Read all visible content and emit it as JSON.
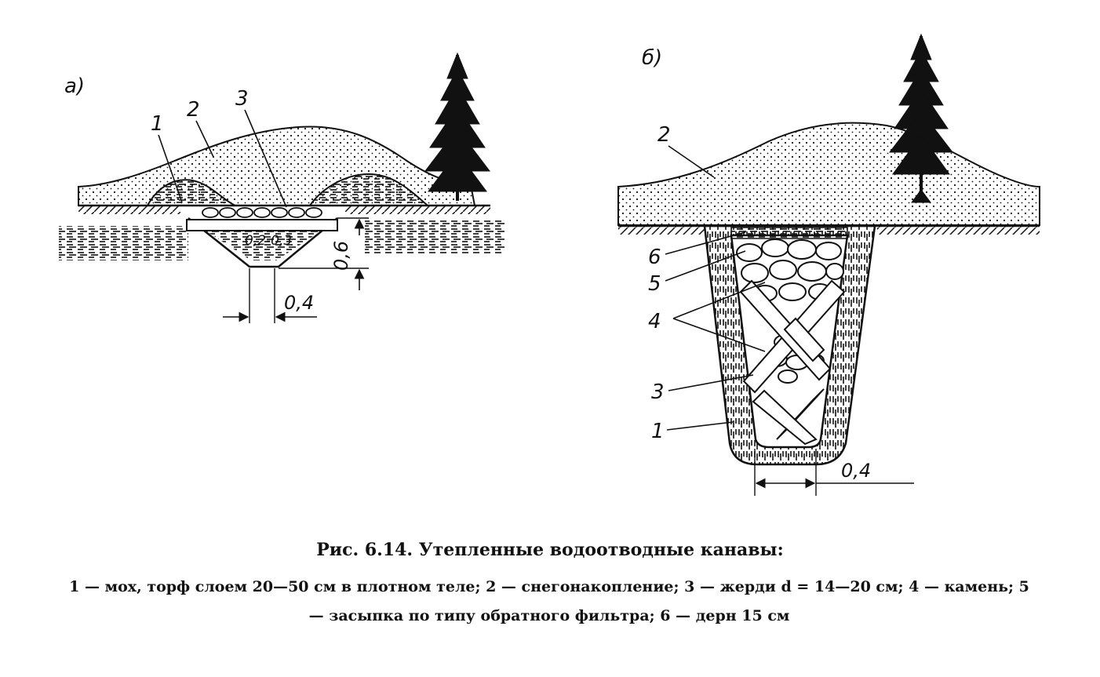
{
  "panels": {
    "a": {
      "title": "а)",
      "labels": {
        "l1": "1",
        "l2": "2",
        "l3": "3"
      },
      "dimensions": {
        "width_inner": "0,2-0,3",
        "depth": "0,6",
        "bottom": "0,4"
      }
    },
    "b": {
      "title": "б)",
      "labels": {
        "l2": "2",
        "l6": "6",
        "l5": "5",
        "l4": "4",
        "l3": "3",
        "l1": "1"
      },
      "dimensions": {
        "bottom": "0,4"
      }
    }
  },
  "caption": {
    "title": "Рис. 6.14. Утепленные водоотводные канавы:",
    "text": "1 — мох, торф слоем 20—50 см в плотном теле; 2 — снегонакопление; 3 — жерди d = 14—20 см; 4 — камень; 5 — засыпка по типу обратного фильтра; 6 — дерн 15 см"
  }
}
